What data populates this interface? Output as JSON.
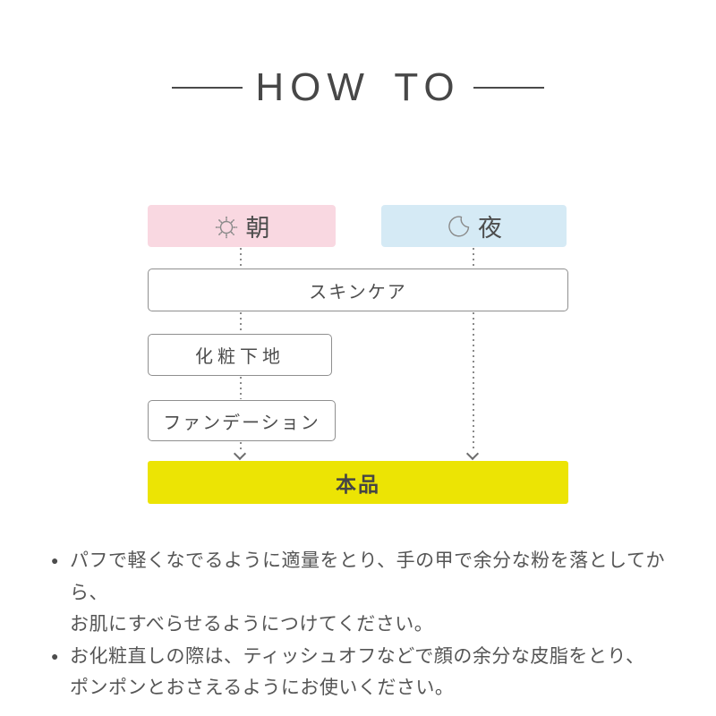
{
  "header": {
    "title": "HOW TO"
  },
  "diagram": {
    "morning": {
      "label": "朝",
      "icon": "sun-icon",
      "bg": "#f9d8e1"
    },
    "night": {
      "label": "夜",
      "icon": "moon-icon",
      "bg": "#d5eaf5"
    },
    "steps": {
      "skincare": "スキンケア",
      "base": "化粧下地",
      "foundation": "ファンデーション"
    },
    "product": {
      "label": "本品",
      "bg": "#ece404"
    }
  },
  "notes": {
    "bullet": "●",
    "items": [
      {
        "lines": [
          "パフで軽くなでるように適量をとり、手の甲で余分な粉を落としてから、",
          "お肌にすべらせるようにつけてください。"
        ]
      },
      {
        "lines": [
          "お化粧直しの際は、ティッシュオフなどで顔の余分な皮脂をとり、",
          "ポンポンとおさえるようにお使いください。"
        ]
      }
    ]
  },
  "colors": {
    "morning_bg": "#f9d8e1",
    "night_bg": "#d5eaf5",
    "product_bg": "#ece404",
    "text": "#4d4d4d",
    "line": "#8a8a8a"
  }
}
